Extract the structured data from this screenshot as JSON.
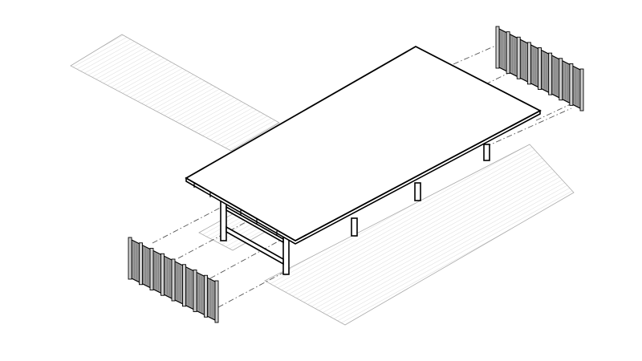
{
  "drawing": {
    "type": "exploded-axonometric",
    "subject": "",
    "colors": {
      "background": "#ffffff",
      "ink": "#000000",
      "panel_fill": "#9a9a9a",
      "panel_slat": "#cfcfcf",
      "hatch": "#bdbdbd",
      "guide": "#555555"
    },
    "components": [
      {
        "id": "table-top",
        "shape": "parallelogram"
      },
      {
        "id": "frame-end-left",
        "shape": "trestle"
      },
      {
        "id": "leg",
        "count": 4
      },
      {
        "id": "panel-left",
        "slats": 8
      },
      {
        "id": "panel-right",
        "slats": 8
      },
      {
        "id": "floor-plane-back",
        "pattern": "hatched"
      },
      {
        "id": "floor-plane-front",
        "pattern": "hatched"
      }
    ],
    "guide_lines": {
      "style": "dash-dot",
      "count": 6
    }
  }
}
